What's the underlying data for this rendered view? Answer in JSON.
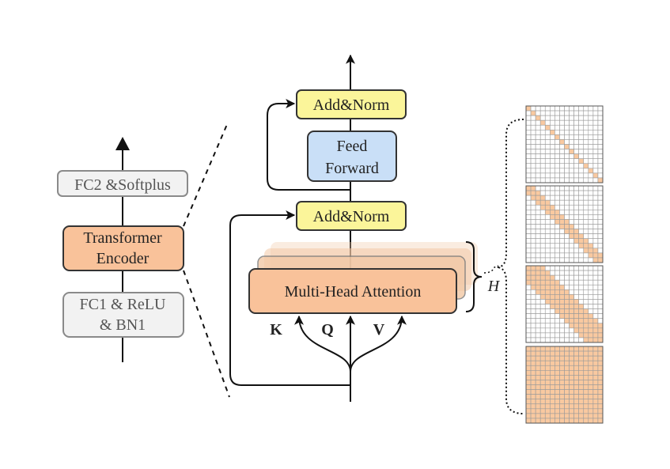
{
  "left_stack": {
    "fc2_label": "FC2 &Softplus",
    "transformer_line1": "Transformer",
    "transformer_line2": "Encoder",
    "fc1_line1": "FC1 & ReLU",
    "fc1_line2": "& BN1"
  },
  "encoder": {
    "add_norm_top": "Add&Norm",
    "feed_forward_line1": "Feed",
    "feed_forward_line2": "Forward",
    "add_norm_bottom": "Add&Norm",
    "attention_label": "Multi-Head Attention",
    "input_k": "K",
    "input_q": "Q",
    "input_v": "V",
    "heads_label": "H"
  },
  "colors": {
    "fc_fill": "#f2f2f2",
    "fc_stroke": "#8a8a8a",
    "transformer_fill": "#f9c29a",
    "add_norm_fill": "#fbf59a",
    "feed_forward_fill": "#c9dff7",
    "attention_fill": "#f9c29a",
    "attention_shade": "#f2c9a6",
    "mask_fill": "#f9c9a0"
  },
  "masks": {
    "grid_size": 16,
    "bandwidths": [
      0,
      1,
      3,
      15
    ]
  }
}
